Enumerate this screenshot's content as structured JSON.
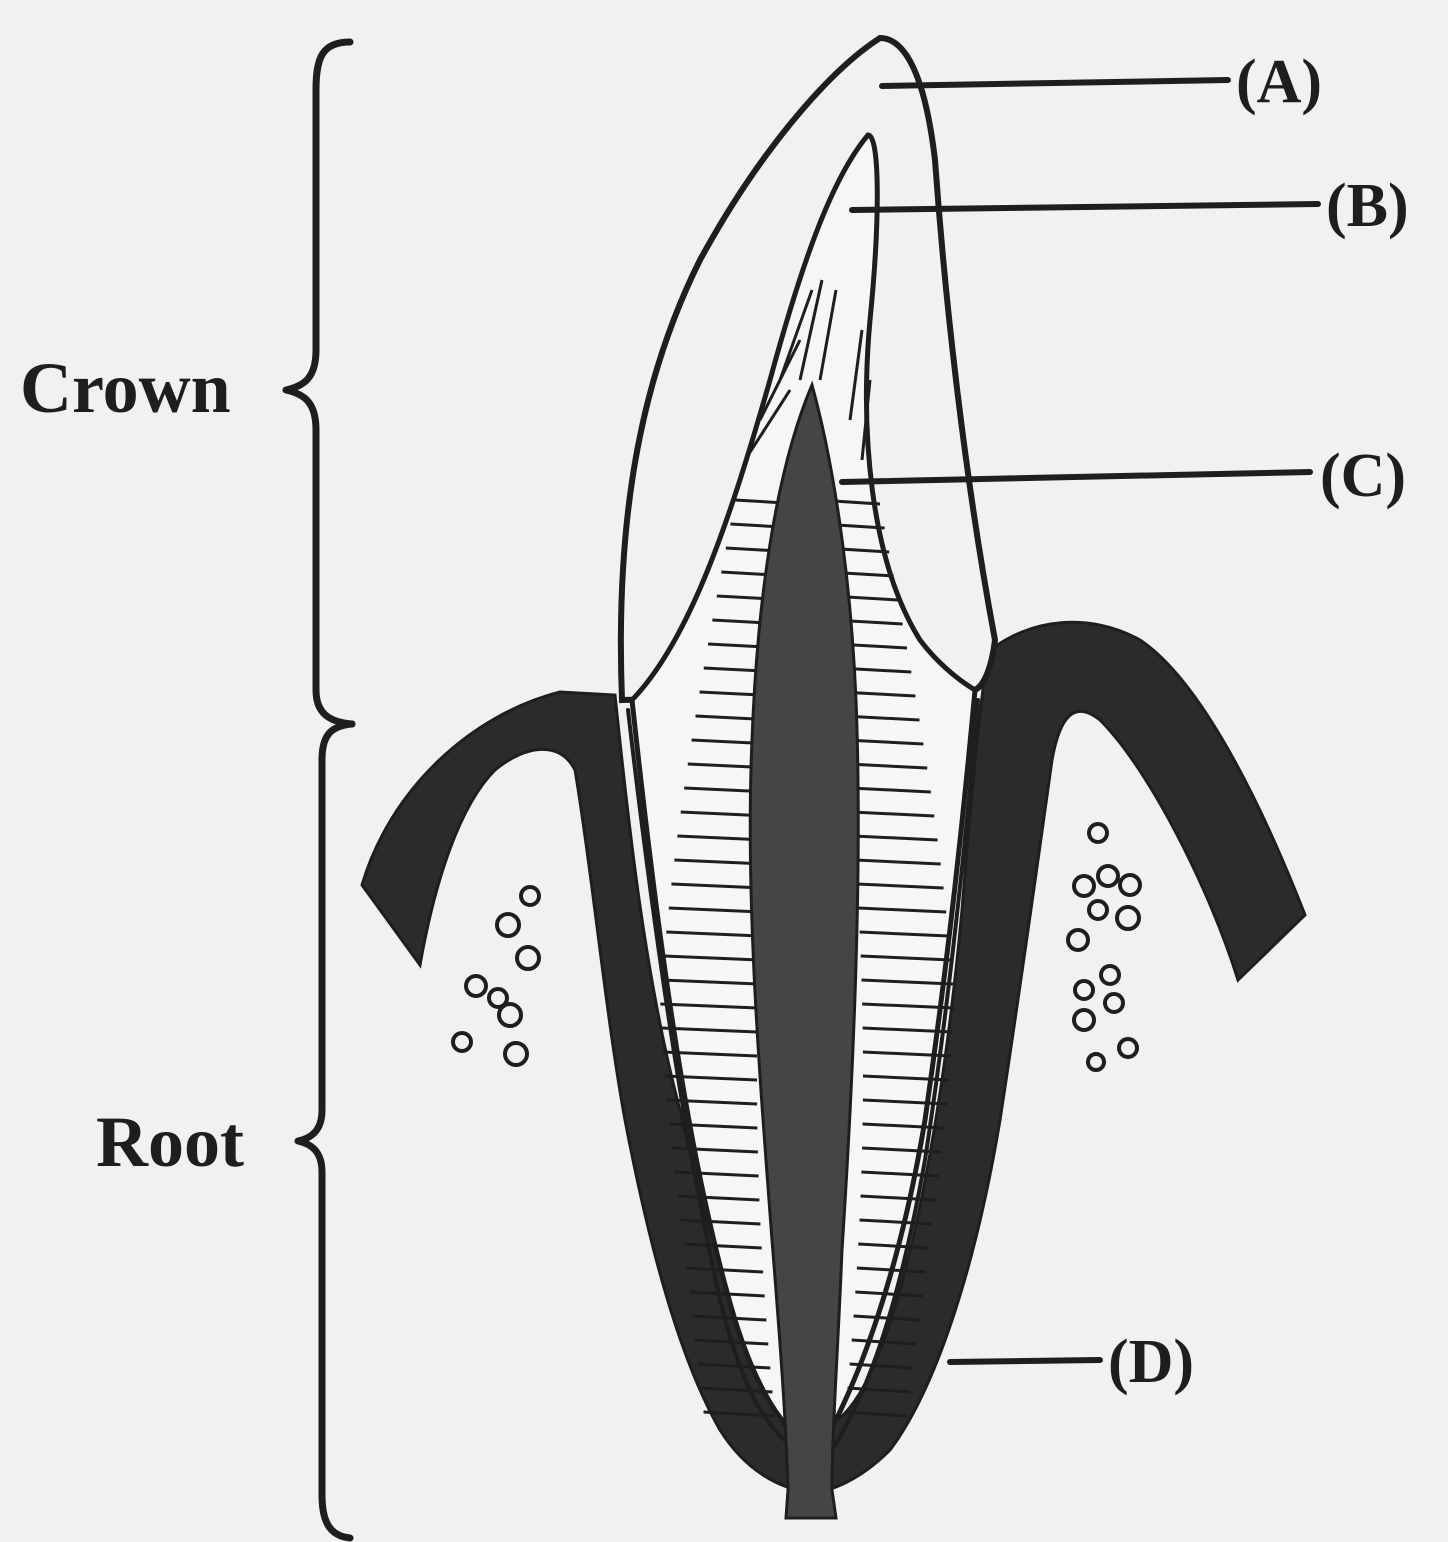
{
  "labels": {
    "crown": "Crown",
    "root": "Root",
    "a": "(A)",
    "b": "(B)",
    "c": "(C)",
    "d": "(D)"
  },
  "colors": {
    "background": "#f1f1ef",
    "ink": "#1e1e1e",
    "bone": "#2b2b2b",
    "pulp": "#454545"
  }
}
